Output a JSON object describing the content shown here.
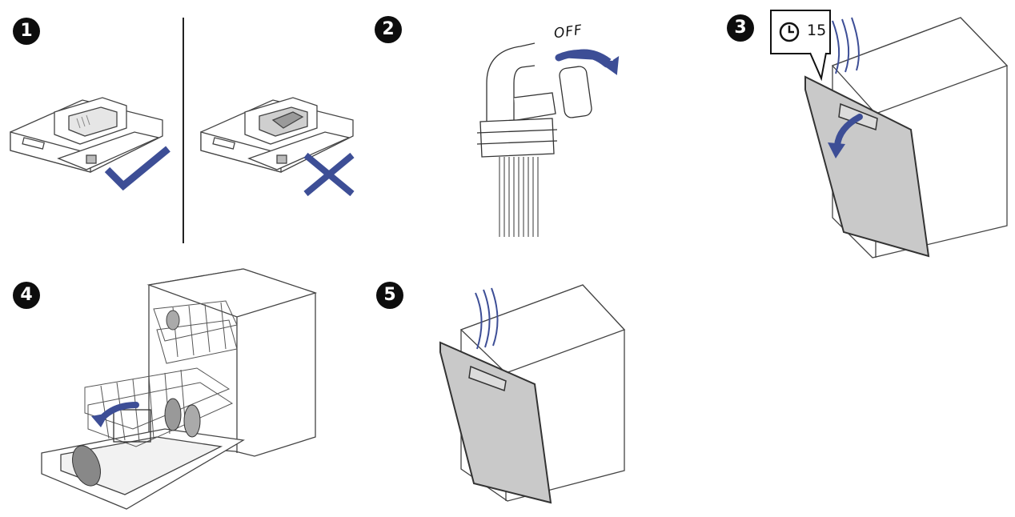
{
  "steps": [
    {
      "number": "1"
    },
    {
      "number": "2",
      "tap_label": "OFF"
    },
    {
      "number": "3",
      "timer_minutes": "15",
      "timer_icon": "clock-icon"
    },
    {
      "number": "4"
    },
    {
      "number": "5"
    }
  ],
  "colors": {
    "accent": "#3d4e96",
    "line": "#333333",
    "door": "#c9c9c9",
    "badge": "#0d0d0d"
  },
  "icons": [
    "check-mark-icon",
    "cross-mark-icon",
    "rotate-arrow-icon",
    "clock-icon",
    "steam-icon"
  ]
}
